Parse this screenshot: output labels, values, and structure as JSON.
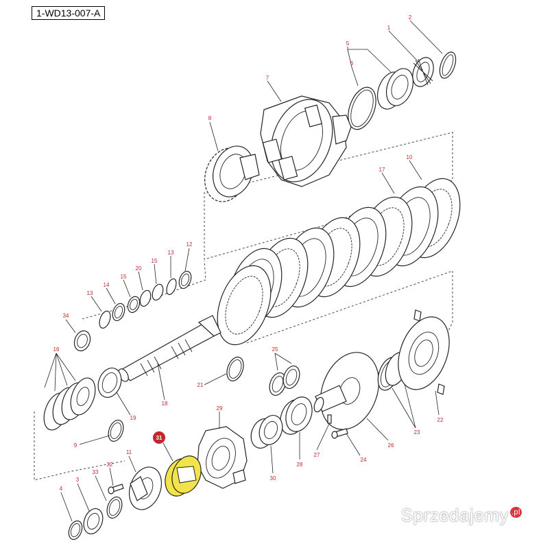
{
  "diagram": {
    "reference_code": "1-WD13-007-A",
    "highlight_color": "#f2e34a",
    "callout_color": "#c1272d",
    "highlighted_part": "31",
    "callouts": {
      "c1": "1",
      "c2": "2",
      "c3": "3",
      "c4": "4",
      "c5": "5",
      "c6": "6",
      "c7": "7",
      "c8": "8",
      "c9": "9",
      "c10": "10",
      "c11": "11",
      "c12": "12",
      "c13a": "13",
      "c13b": "13",
      "c14": "14",
      "c15a": "15",
      "c15b": "15",
      "c16": "16",
      "c17": "17",
      "c18": "18",
      "c19": "19",
      "c20": "20",
      "c21": "21",
      "c22": "22",
      "c23": "23",
      "c24": "24",
      "c25": "25",
      "c26": "26",
      "c27": "27",
      "c28": "28",
      "c29": "29",
      "c30": "30",
      "c31": "31",
      "c32": "32",
      "c33": "33",
      "c34": "34"
    }
  },
  "watermark": {
    "text": "Sprzedajemy",
    "suffix": ".pl"
  }
}
